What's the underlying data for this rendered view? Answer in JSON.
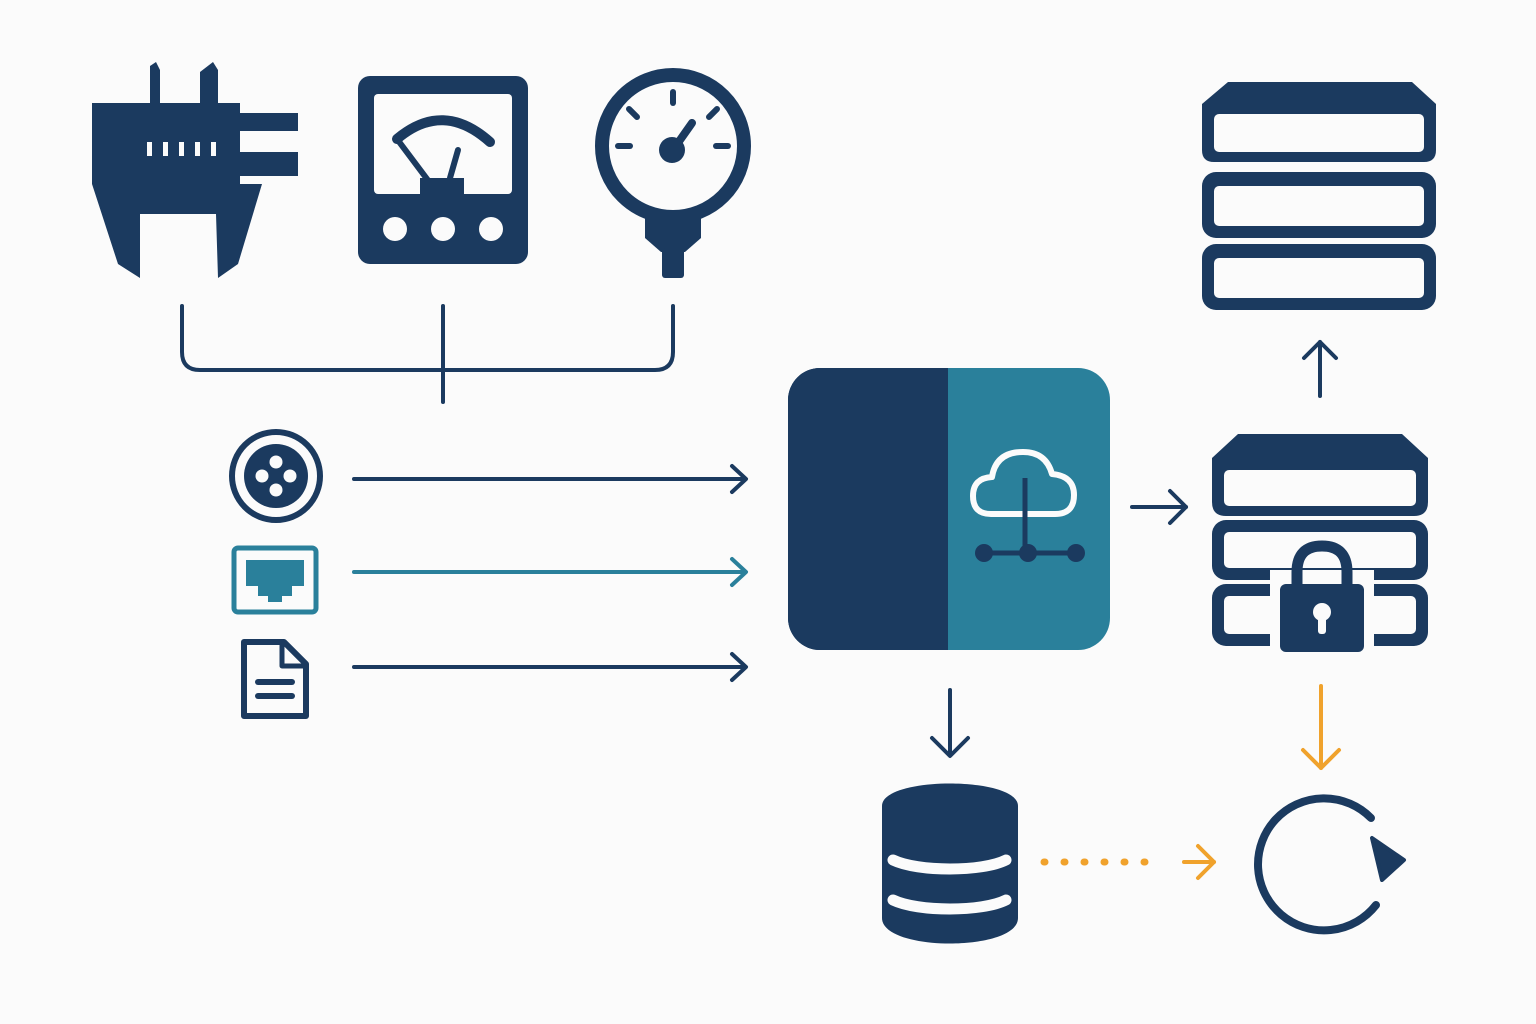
{
  "colors": {
    "navy": "#1b3a5f",
    "teal": "#2a809b",
    "orange": "#f0a22c",
    "background": "#fbfbfb"
  },
  "nodes": {
    "instruments": [
      "caliper-icon",
      "analog-meter-icon",
      "pressure-gauge-icon"
    ],
    "interfaces": [
      "serial-connector-icon",
      "ethernet-port-icon",
      "document-icon"
    ],
    "gateway": "cloud-network-gateway-icon",
    "storage": [
      "server-stack-icon",
      "secure-server-icon",
      "database-icon",
      "sync-cycle-icon"
    ]
  },
  "edges": [
    {
      "from": "instruments",
      "to": "bus",
      "style": "solid",
      "color": "navy"
    },
    {
      "from": "serial-connector-icon",
      "to": "gateway",
      "style": "solid",
      "color": "navy"
    },
    {
      "from": "ethernet-port-icon",
      "to": "gateway",
      "style": "solid",
      "color": "teal"
    },
    {
      "from": "document-icon",
      "to": "gateway",
      "style": "solid",
      "color": "navy"
    },
    {
      "from": "gateway",
      "to": "secure-server-icon",
      "style": "solid",
      "color": "navy"
    },
    {
      "from": "secure-server-icon",
      "to": "server-stack-icon",
      "style": "solid",
      "color": "navy"
    },
    {
      "from": "gateway",
      "to": "database-icon",
      "style": "solid",
      "color": "navy"
    },
    {
      "from": "secure-server-icon",
      "to": "sync-cycle-icon",
      "style": "solid",
      "color": "orange"
    },
    {
      "from": "database-icon",
      "to": "sync-cycle-icon",
      "style": "dotted",
      "color": "orange"
    }
  ]
}
